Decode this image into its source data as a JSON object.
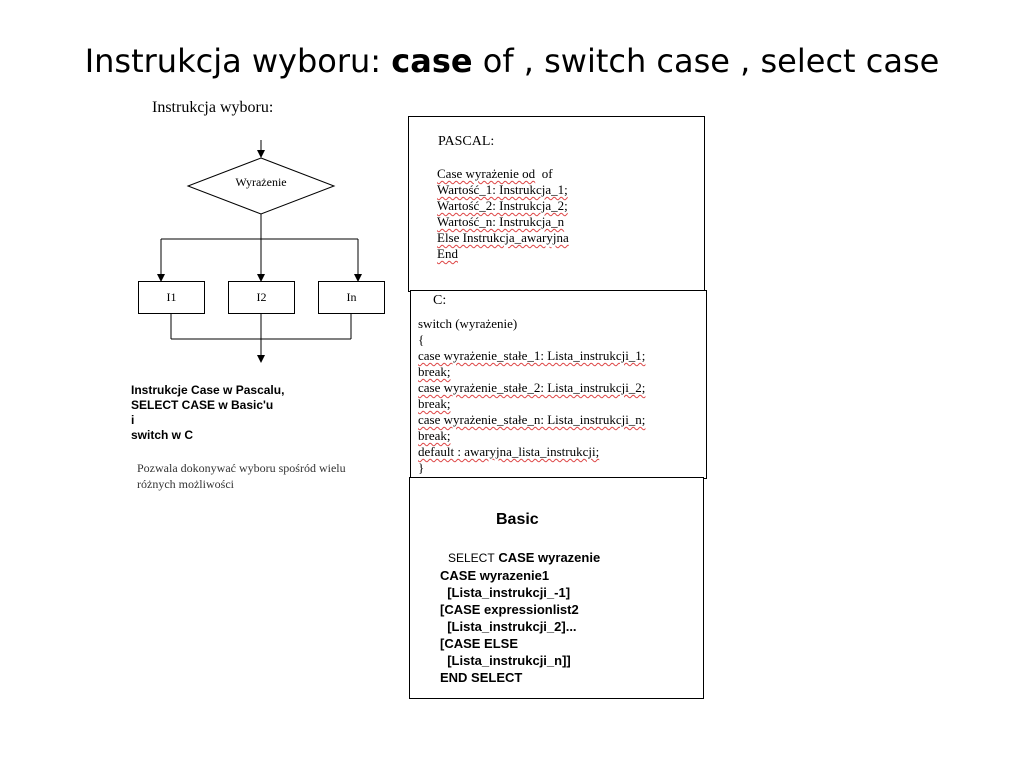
{
  "slide": {
    "title_pre": "Instrukcja wyboru: ",
    "title_bold": "case",
    "title_post": " of , switch case , select case"
  },
  "flowchart": {
    "heading": "Instrukcja wyboru:",
    "decision_label": "Wyrażenie",
    "branches": [
      "I1",
      "I2",
      "In"
    ]
  },
  "notes": {
    "bold_lines": [
      "Instrukcje Case w Pascalu,",
      "SELECT CASE w Basic'u",
      "i",
      "switch w C"
    ],
    "desc_lines": [
      "Pozwala dokonywać wyboru spośród wielu",
      "różnych możliwości"
    ]
  },
  "pascal": {
    "heading": "PASCAL:",
    "line1_a": "Case wyrażenie od",
    "line1_b": "of",
    "lines": [
      "Wartość_1: Instrukcja_1;",
      "Wartość_2: Instrukcja_2;",
      "Wartość_n: Instrukcja_n",
      "Else Instrukcja_awaryjna",
      "End"
    ]
  },
  "c_lang": {
    "heading": "C:",
    "lines": [
      "switch (wyrażenie)",
      "{",
      " case wyrażenie_stałe_1: Lista_instrukcji_1;",
      "break;",
      "case wyrażenie_stałe_2: Lista_instrukcji_2;",
      "break;",
      "case wyrażenie_stałe_n: Lista_instrukcji_n;",
      "break;",
      "default : awaryjna_lista_instrukcji;",
      "}"
    ]
  },
  "basic": {
    "heading": "Basic",
    "line1_a": "SELECT",
    "line1_b": "CASE wyrazenie",
    "lines": [
      "CASE wyrazenie1",
      "  [Lista_instrukcji_-1]",
      "[CASE expressionlist2",
      "  [Lista_instrukcji_2]...",
      "[CASE ELSE",
      "  [Lista_instrukcji_n]]",
      "END SELECT"
    ]
  }
}
